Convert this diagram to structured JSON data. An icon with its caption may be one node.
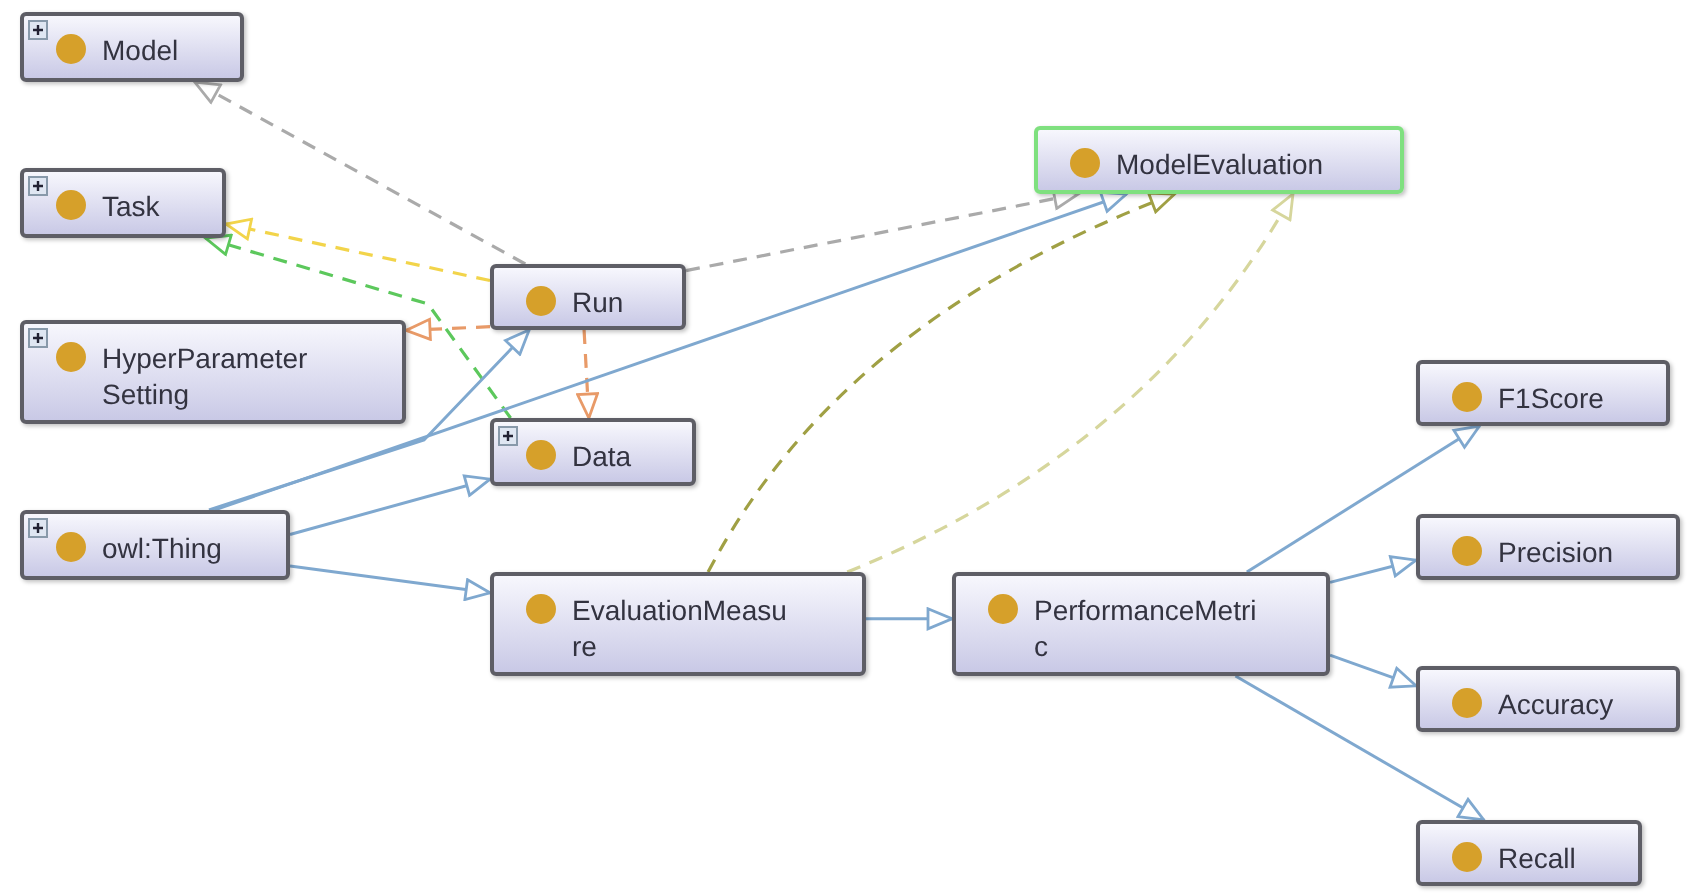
{
  "diagram": {
    "nodes": [
      {
        "text": [
          "Model"
        ]
      },
      {
        "text": [
          "Task"
        ]
      },
      {
        "text": [
          "HyperParameterSetting"
        ]
      },
      {
        "text": [
          "owl:Thing"
        ]
      },
      {
        "text": [
          "Run"
        ]
      },
      {
        "text": [
          "Data"
        ]
      },
      {
        "text": [
          "ModelEvaluation"
        ]
      },
      {
        "text": [
          "EvaluationMeasure"
        ]
      },
      {
        "text": [
          "PerformanceMetric"
        ]
      },
      {
        "text": [
          "F1Score"
        ]
      },
      {
        "text": [
          "Precision"
        ]
      },
      {
        "text": [
          "Accuracy"
        ]
      },
      {
        "text": [
          "Recall"
        ]
      }
    ],
    "edges": [
      {
        "from": 4,
        "to": 0,
        "arrow": "to",
        "style": "dashed",
        "color": "#aaaaaa"
      },
      {
        "from": 4,
        "to": 1,
        "arrow": "to",
        "style": "dashed",
        "color": "#f2d44a"
      },
      {
        "from": 5,
        "to": 1,
        "arrow": "to",
        "style": "dashed",
        "color": "#5cc85c"
      },
      {
        "from": 4,
        "to": 2,
        "arrow": "to",
        "style": "dashed",
        "color": "#e89a68"
      },
      {
        "from": 4,
        "to": 5,
        "arrow": "to",
        "style": "dashed",
        "color": "#e89a68"
      },
      {
        "from": 4,
        "to": 6,
        "arrow": "to",
        "style": "dashed",
        "color": "#aaaaaa"
      },
      {
        "from": 3,
        "to": 4,
        "arrow": "to"
      },
      {
        "from": 3,
        "to": 6,
        "arrow": "to"
      },
      {
        "from": 3,
        "to": 5,
        "arrow": "to"
      },
      {
        "from": 3,
        "to": 7,
        "arrow": "to"
      },
      {
        "from": 7,
        "to": 6,
        "arrow": "to",
        "style": "dashed",
        "color": "#a0a044"
      },
      {
        "from": 7,
        "to": 6,
        "arrow": "to",
        "style": "dashed",
        "color": "#d6d69c"
      },
      {
        "from": 7,
        "to": 8,
        "arrow": "to"
      },
      {
        "from": 8,
        "to": 9,
        "arrow": "to"
      },
      {
        "from": 8,
        "to": 10,
        "arrow": "to"
      },
      {
        "from": 8,
        "to": 11,
        "arrow": "to"
      },
      {
        "from": 8,
        "to": 12,
        "arrow": "to"
      }
    ]
  }
}
